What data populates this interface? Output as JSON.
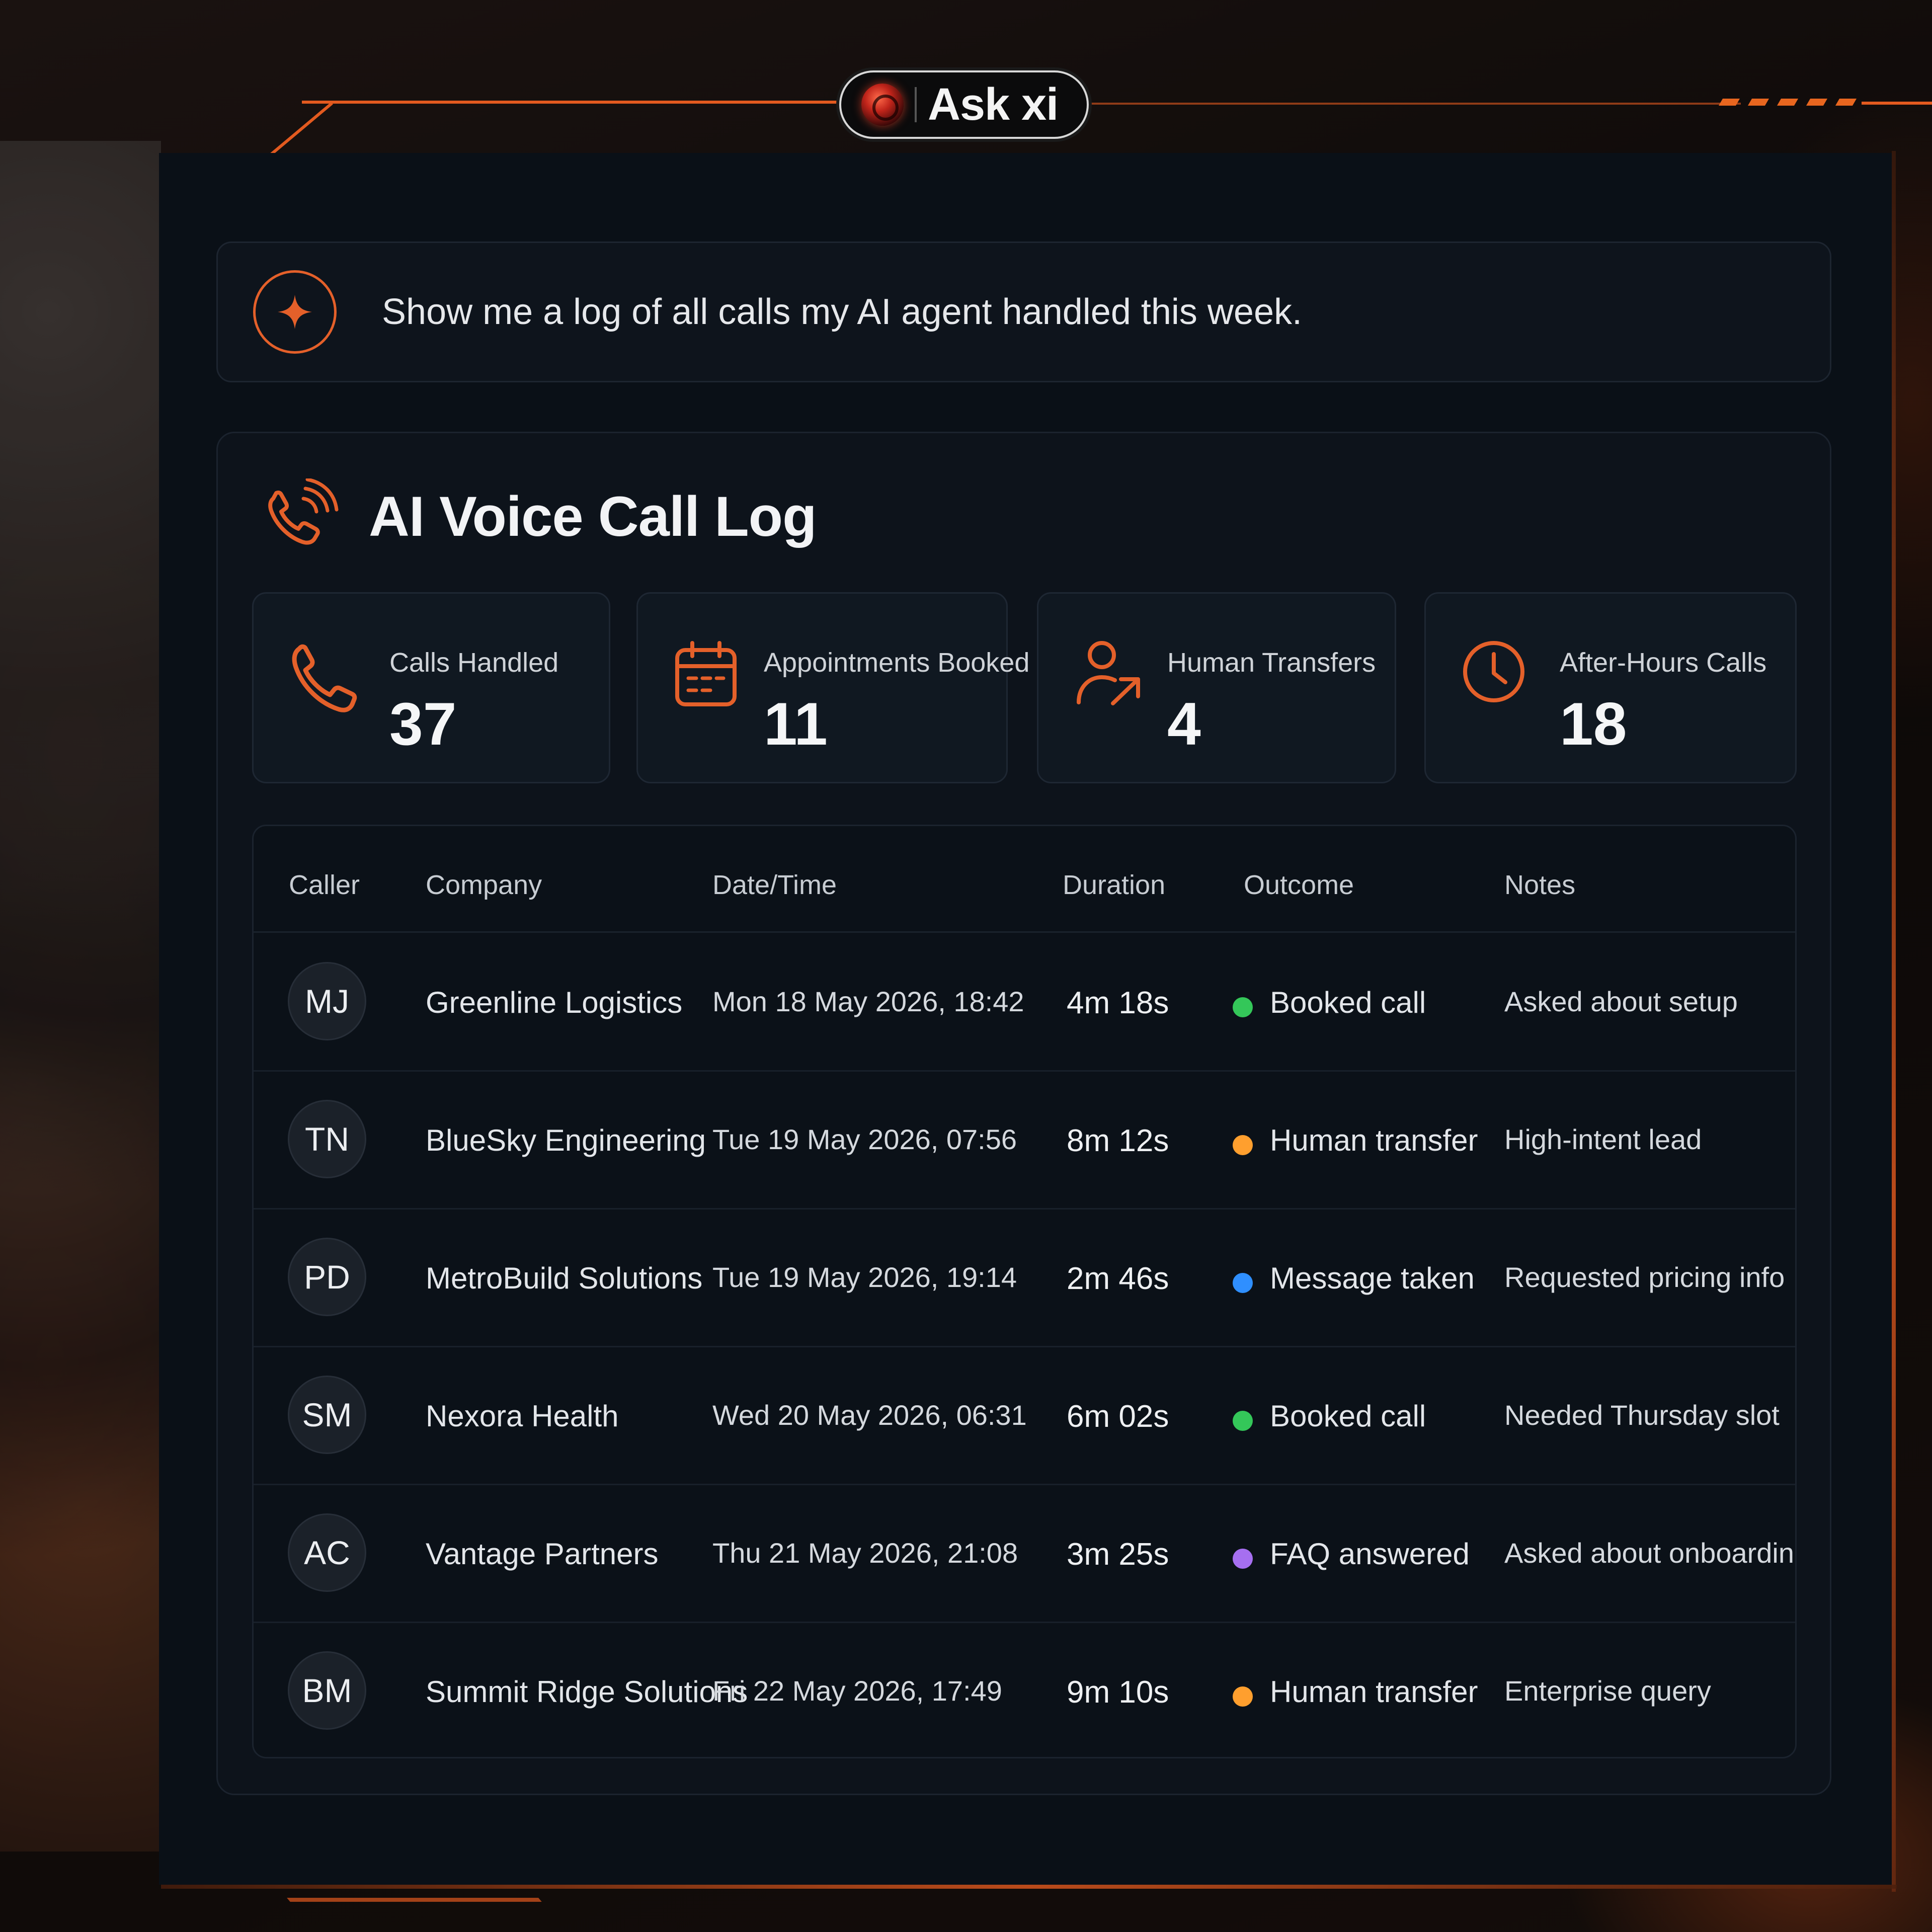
{
  "header": {
    "title": "Ask xi"
  },
  "prompt": {
    "text": "Show me a log of all calls my AI agent handled this week."
  },
  "card": {
    "title": "AI Voice Call Log"
  },
  "stats": [
    {
      "label": "Calls Handled",
      "value": "37",
      "icon": "phone-icon"
    },
    {
      "label": "Appointments Booked",
      "value": "11",
      "icon": "calendar-icon"
    },
    {
      "label": "Human Transfers",
      "value": "4",
      "icon": "user-transfer-icon"
    },
    {
      "label": "After-Hours Calls",
      "value": "18",
      "icon": "clock-icon"
    }
  ],
  "table": {
    "columns": [
      "Caller",
      "Company",
      "Date/Time",
      "Duration",
      "Outcome",
      "Notes"
    ],
    "rows": [
      {
        "initials": "MJ",
        "company": "Greenline Logistics",
        "datetime": "Mon 18 May 2026, 18:42",
        "duration": "4m 18s",
        "outcome": "Booked call",
        "outcome_color": "#34c759",
        "notes": "Asked about setup"
      },
      {
        "initials": "TN",
        "company": "BlueSky Engineering",
        "datetime": "Tue 19 May 2026, 07:56",
        "duration": "8m 12s",
        "outcome": "Human transfer",
        "outcome_color": "#ff9f2e",
        "notes": "High-intent lead"
      },
      {
        "initials": "PD",
        "company": "MetroBuild Solutions",
        "datetime": "Tue 19 May 2026, 19:14",
        "duration": "2m 46s",
        "outcome": "Message taken",
        "outcome_color": "#2f8fff",
        "notes": "Requested pricing info"
      },
      {
        "initials": "SM",
        "company": "Nexora Health",
        "datetime": "Wed 20 May 2026, 06:31",
        "duration": "6m 02s",
        "outcome": "Booked call",
        "outcome_color": "#34c759",
        "notes": "Needed Thursday slot"
      },
      {
        "initials": "AC",
        "company": "Vantage Partners",
        "datetime": "Thu 21 May 2026, 21:08",
        "duration": "3m 25s",
        "outcome": "FAQ answered",
        "outcome_color": "#a66ff0",
        "notes": "Asked about onboarding"
      },
      {
        "initials": "BM",
        "company": "Summit Ridge Solutions",
        "datetime": "Fri 22 May 2026, 17:49",
        "duration": "9m 10s",
        "outcome": "Human transfer",
        "outcome_color": "#ff9f2e",
        "notes": "Enterprise query"
      }
    ]
  },
  "colors": {
    "accent": "#e4602a",
    "panel": "#0a1017"
  }
}
